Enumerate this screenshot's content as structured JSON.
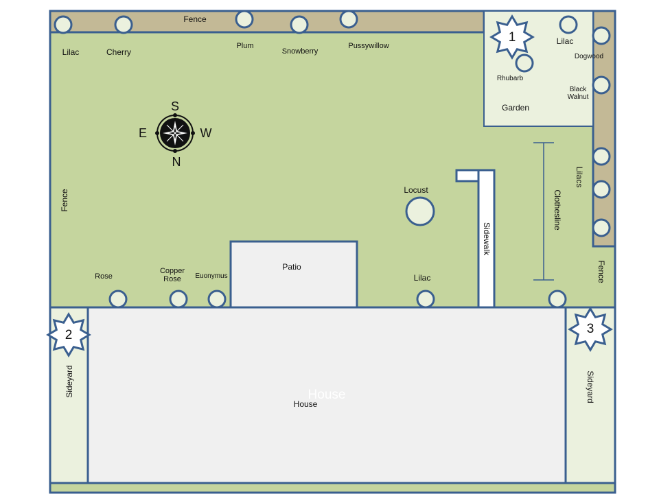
{
  "labels": {
    "fence_top": "Fence",
    "fence_left": "Fence",
    "fence_right": "Fence",
    "lilac_1": "Lilac",
    "cherry": "Cherry",
    "plum": "Plum",
    "snowberry": "Snowberry",
    "pussywillow": "Pussywillow",
    "lilac_garden": "Lilac",
    "dogwood": "Dogwood",
    "rhubarb": "Rhubarb",
    "black_walnut": "Black\nWalnut",
    "garden": "Garden",
    "lilacs": "Lilacs",
    "clothesline": "Clothesline",
    "locust": "Locust",
    "sidewalk": "Sidewalk",
    "patio": "Patio",
    "rose": "Rose",
    "copper_rose": "Copper\nRose",
    "euonymus": "Euonymus",
    "lilac_bottom": "Lilac",
    "house": "House",
    "house_ghost": "House",
    "sideyard_left": "Sideyard",
    "sideyard_right": "Sideyard"
  },
  "compass": {
    "top": "S",
    "bottom": "N",
    "left": "E",
    "right": "W"
  },
  "markers": {
    "m1": "1",
    "m2": "2",
    "m3": "3"
  },
  "colors": {
    "lawn": "#c5d59e",
    "fence": "#c3b996",
    "outline": "#3a5f8f",
    "paved": "#f0f0f0",
    "sideyard": "#ebf1de",
    "garden": "#ebf1de",
    "tree_fill": "#ebf1de"
  }
}
